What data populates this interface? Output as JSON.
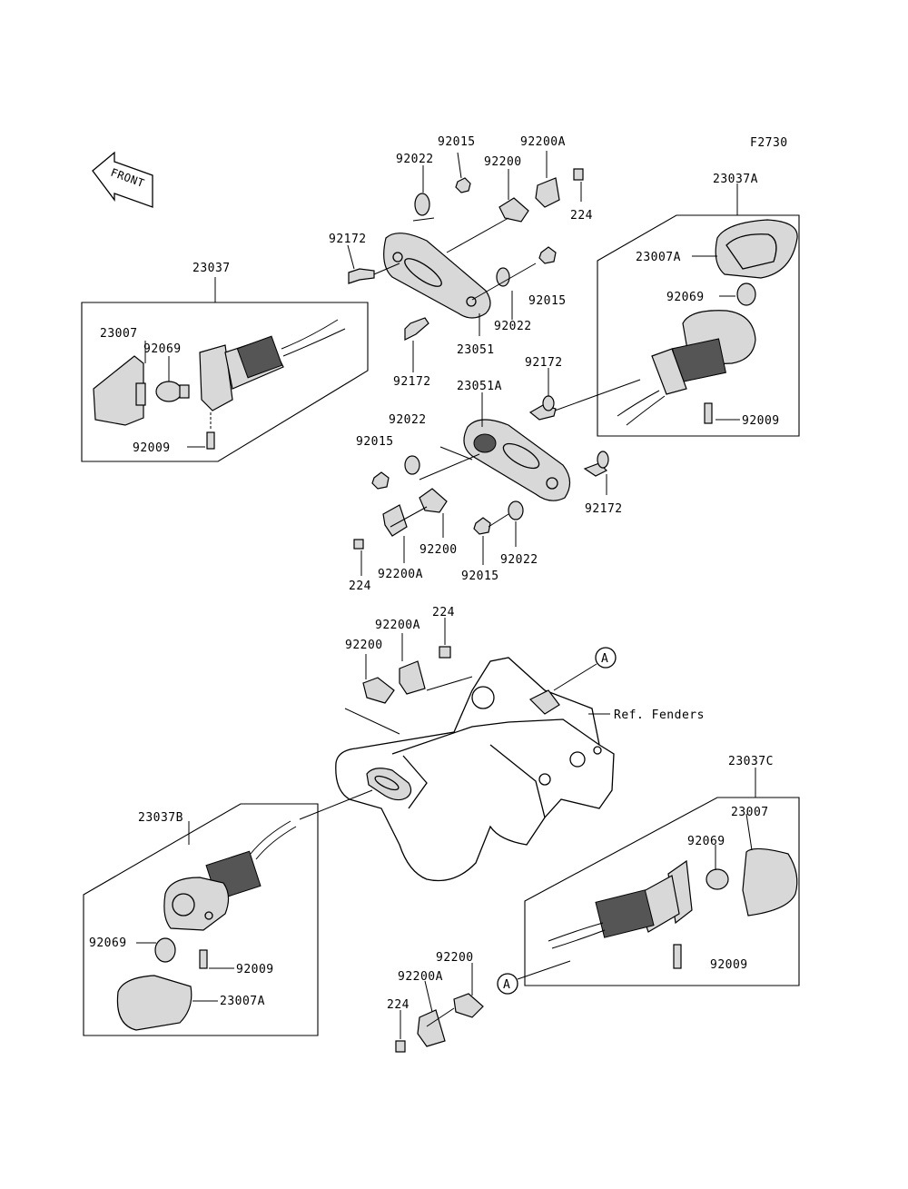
{
  "figure_code": "F2730",
  "front_arrow_label": "FRONT",
  "ref_text": "Ref. Fenders",
  "ref_marker": "A",
  "labels": {
    "a23037": "23037",
    "a23007": "23007",
    "a92069": "92069",
    "a92009": "92009",
    "b92172": "92172",
    "b92022": "92022",
    "b92015": "92015",
    "b92200": "92200",
    "b92200A": "92200A",
    "b224": "224",
    "b92015r": "92015",
    "b92022r": "92022",
    "b92172r": "92172",
    "b23051": "23051",
    "c23037A": "23037A",
    "c23007A": "23007A",
    "c92069": "92069",
    "c92009": "92009",
    "d92172": "92172",
    "d23051A": "23051A",
    "d92022": "92022",
    "d92015": "92015",
    "d92172r": "92172",
    "d92200": "92200",
    "d92022r": "92022",
    "d224": "224",
    "d92200A": "92200A",
    "d92015b": "92015",
    "e224": "224",
    "e92200A": "92200A",
    "e92200": "92200",
    "f23037B": "23037B",
    "f92069": "92069",
    "f92009": "92009",
    "f23007A": "23007A",
    "g23037C": "23037C",
    "g23007": "23007",
    "g92069": "92069",
    "g92009": "92009",
    "h92200": "92200",
    "h92200A": "92200A",
    "h224": "224"
  }
}
